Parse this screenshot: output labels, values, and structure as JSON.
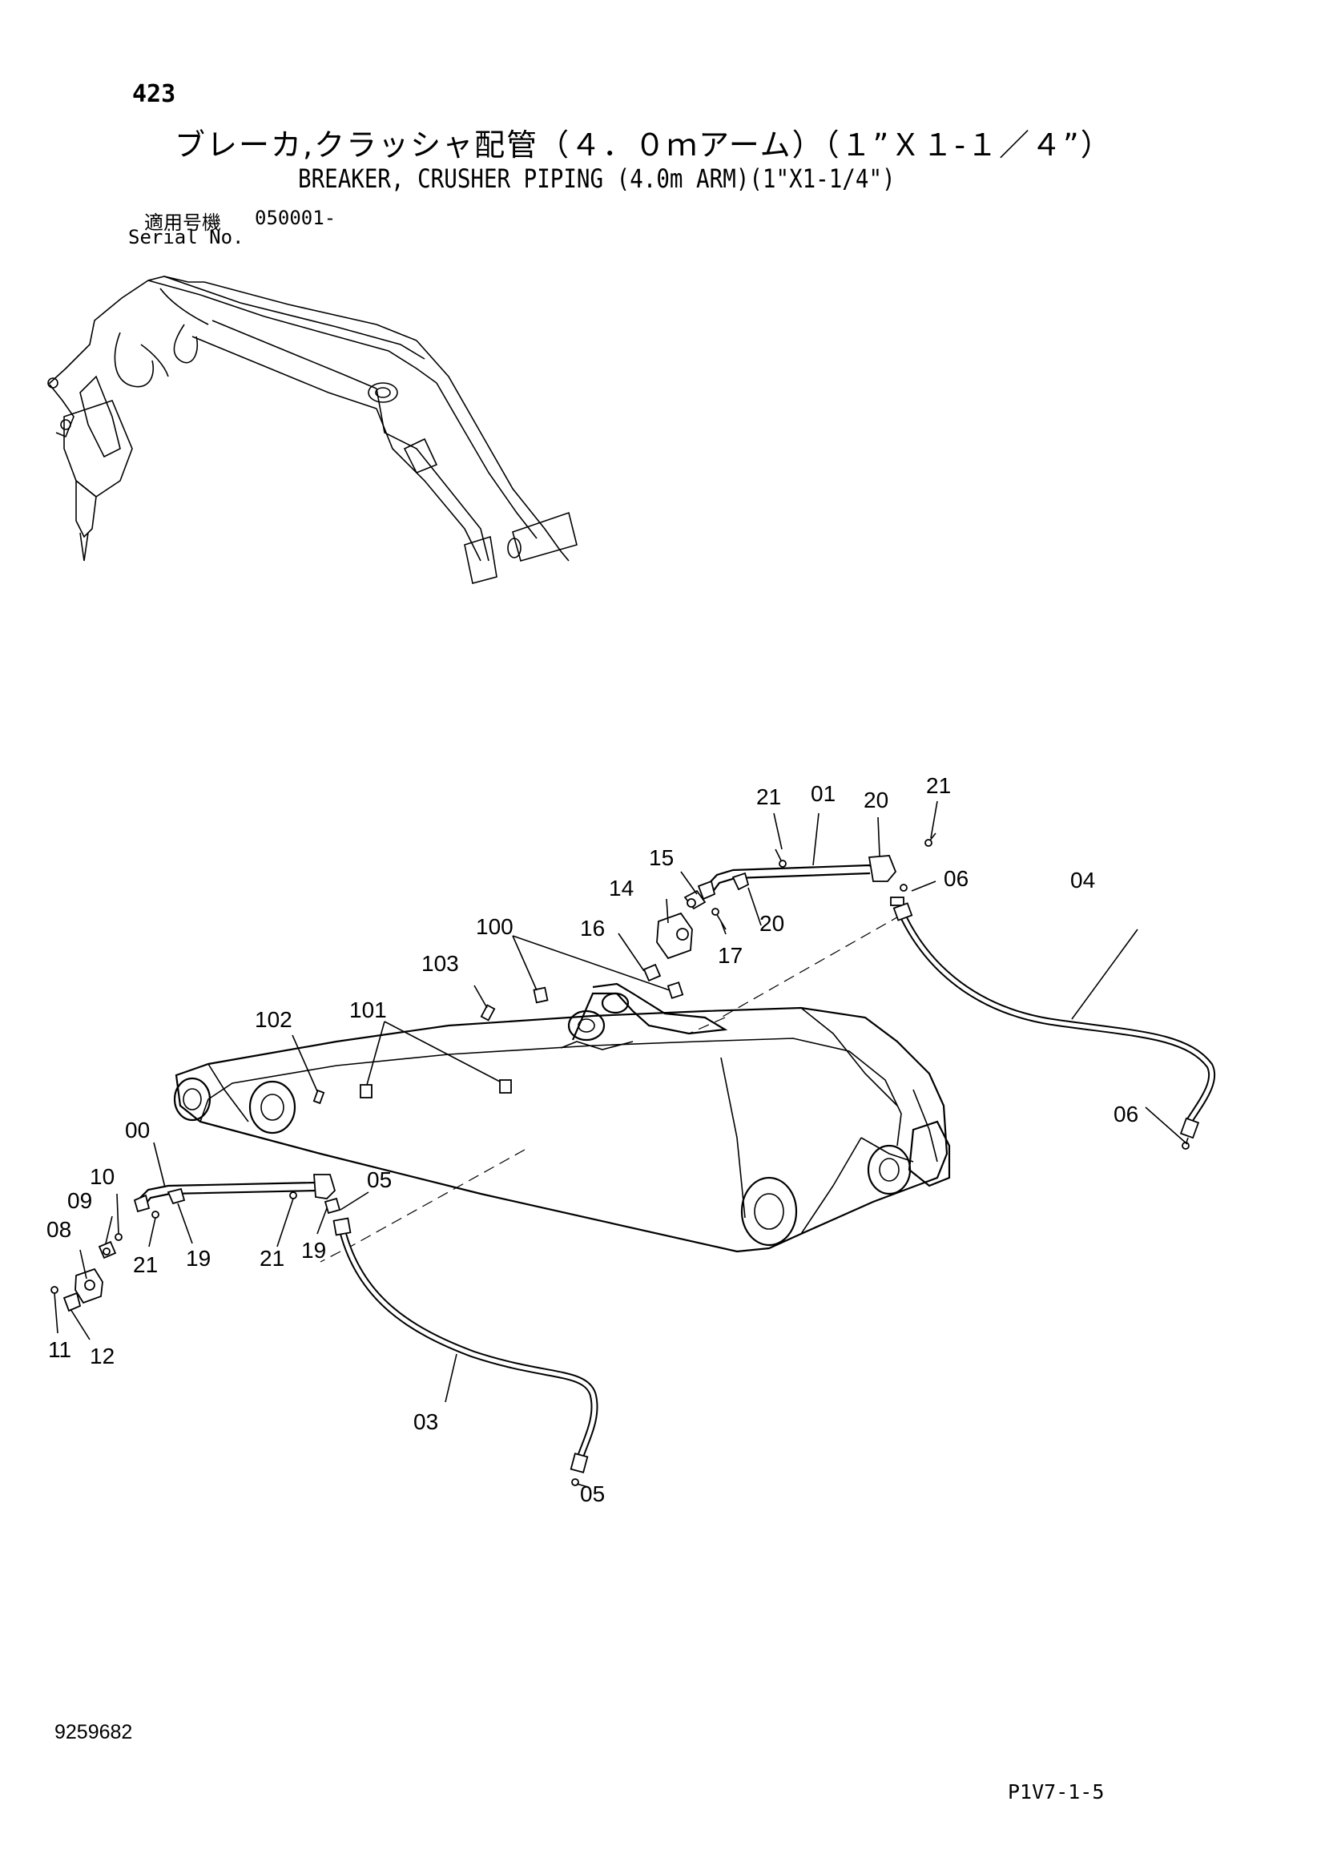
{
  "header": {
    "page_number": "423",
    "title_jp": "ブレーカ,クラッシャ配管（４．０ｍアーム）（１”Ｘ１-１／４”）",
    "title_en": "BREAKER, CRUSHER PIPING (4.0m ARM)(1\"X1-1/4\")",
    "serial_label_jp": "適用号機",
    "serial_range": "050001-",
    "serial_label_en": "Serial No."
  },
  "footer": {
    "doc_number": "9259682",
    "page_code": "P1V7-1-5"
  },
  "callouts": {
    "c21_top_left": "21",
    "c01": "01",
    "c20_top": "20",
    "c21_top_right": "21",
    "c15": "15",
    "c06_top": "06",
    "c04": "04",
    "c14": "14",
    "c16": "16",
    "c17": "17",
    "c20_mid": "20",
    "c100": "100",
    "c103": "103",
    "c102": "102",
    "c101": "101",
    "c06_right": "06",
    "c00": "00",
    "c10": "10",
    "c05_top": "05",
    "c09": "09",
    "c08": "08",
    "c21_low_left": "21",
    "c19_left": "19",
    "c21_low_mid": "21",
    "c19_mid": "19",
    "c11": "11",
    "c12": "12",
    "c03": "03",
    "c05_bottom": "05"
  }
}
